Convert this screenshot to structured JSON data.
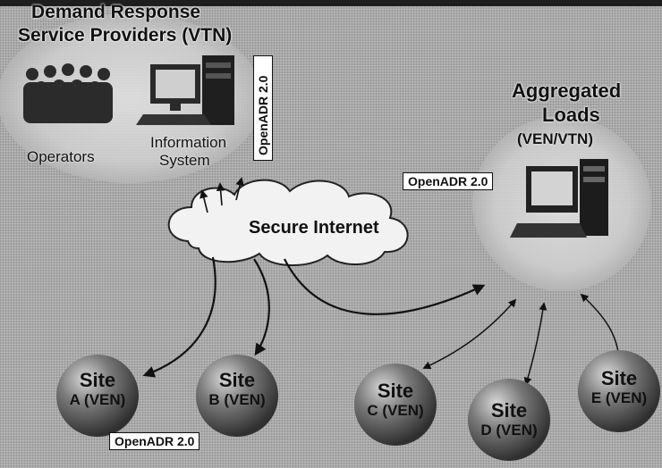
{
  "provider": {
    "title_line1": "Demand Response",
    "title_line2": "Service Providers (VTN)",
    "operators_label": "Operators",
    "info_label_line1": "Information",
    "info_label_line2": "System"
  },
  "badges": {
    "provider": "OpenADR 2.0",
    "aggregator": "OpenADR 2.0",
    "sites": "OpenADR 2.0"
  },
  "internet": {
    "label": "Secure Internet"
  },
  "aggregator": {
    "title_line1": "Aggregated",
    "title_line2": "Loads",
    "subtitle": "(VEN/VTN)"
  },
  "sites": [
    {
      "title": "Site",
      "sub": "A (VEN)"
    },
    {
      "title": "Site",
      "sub": "B (VEN)"
    },
    {
      "title": "Site",
      "sub": "C (VEN)"
    },
    {
      "title": "Site",
      "sub": "D (VEN)"
    },
    {
      "title": "Site",
      "sub": "E (VEN)"
    }
  ],
  "colors": {
    "sphere": "#5a5a5a",
    "cloud": "#f2f2f2",
    "arrow": "#111111",
    "background": "#a9a9a9"
  }
}
